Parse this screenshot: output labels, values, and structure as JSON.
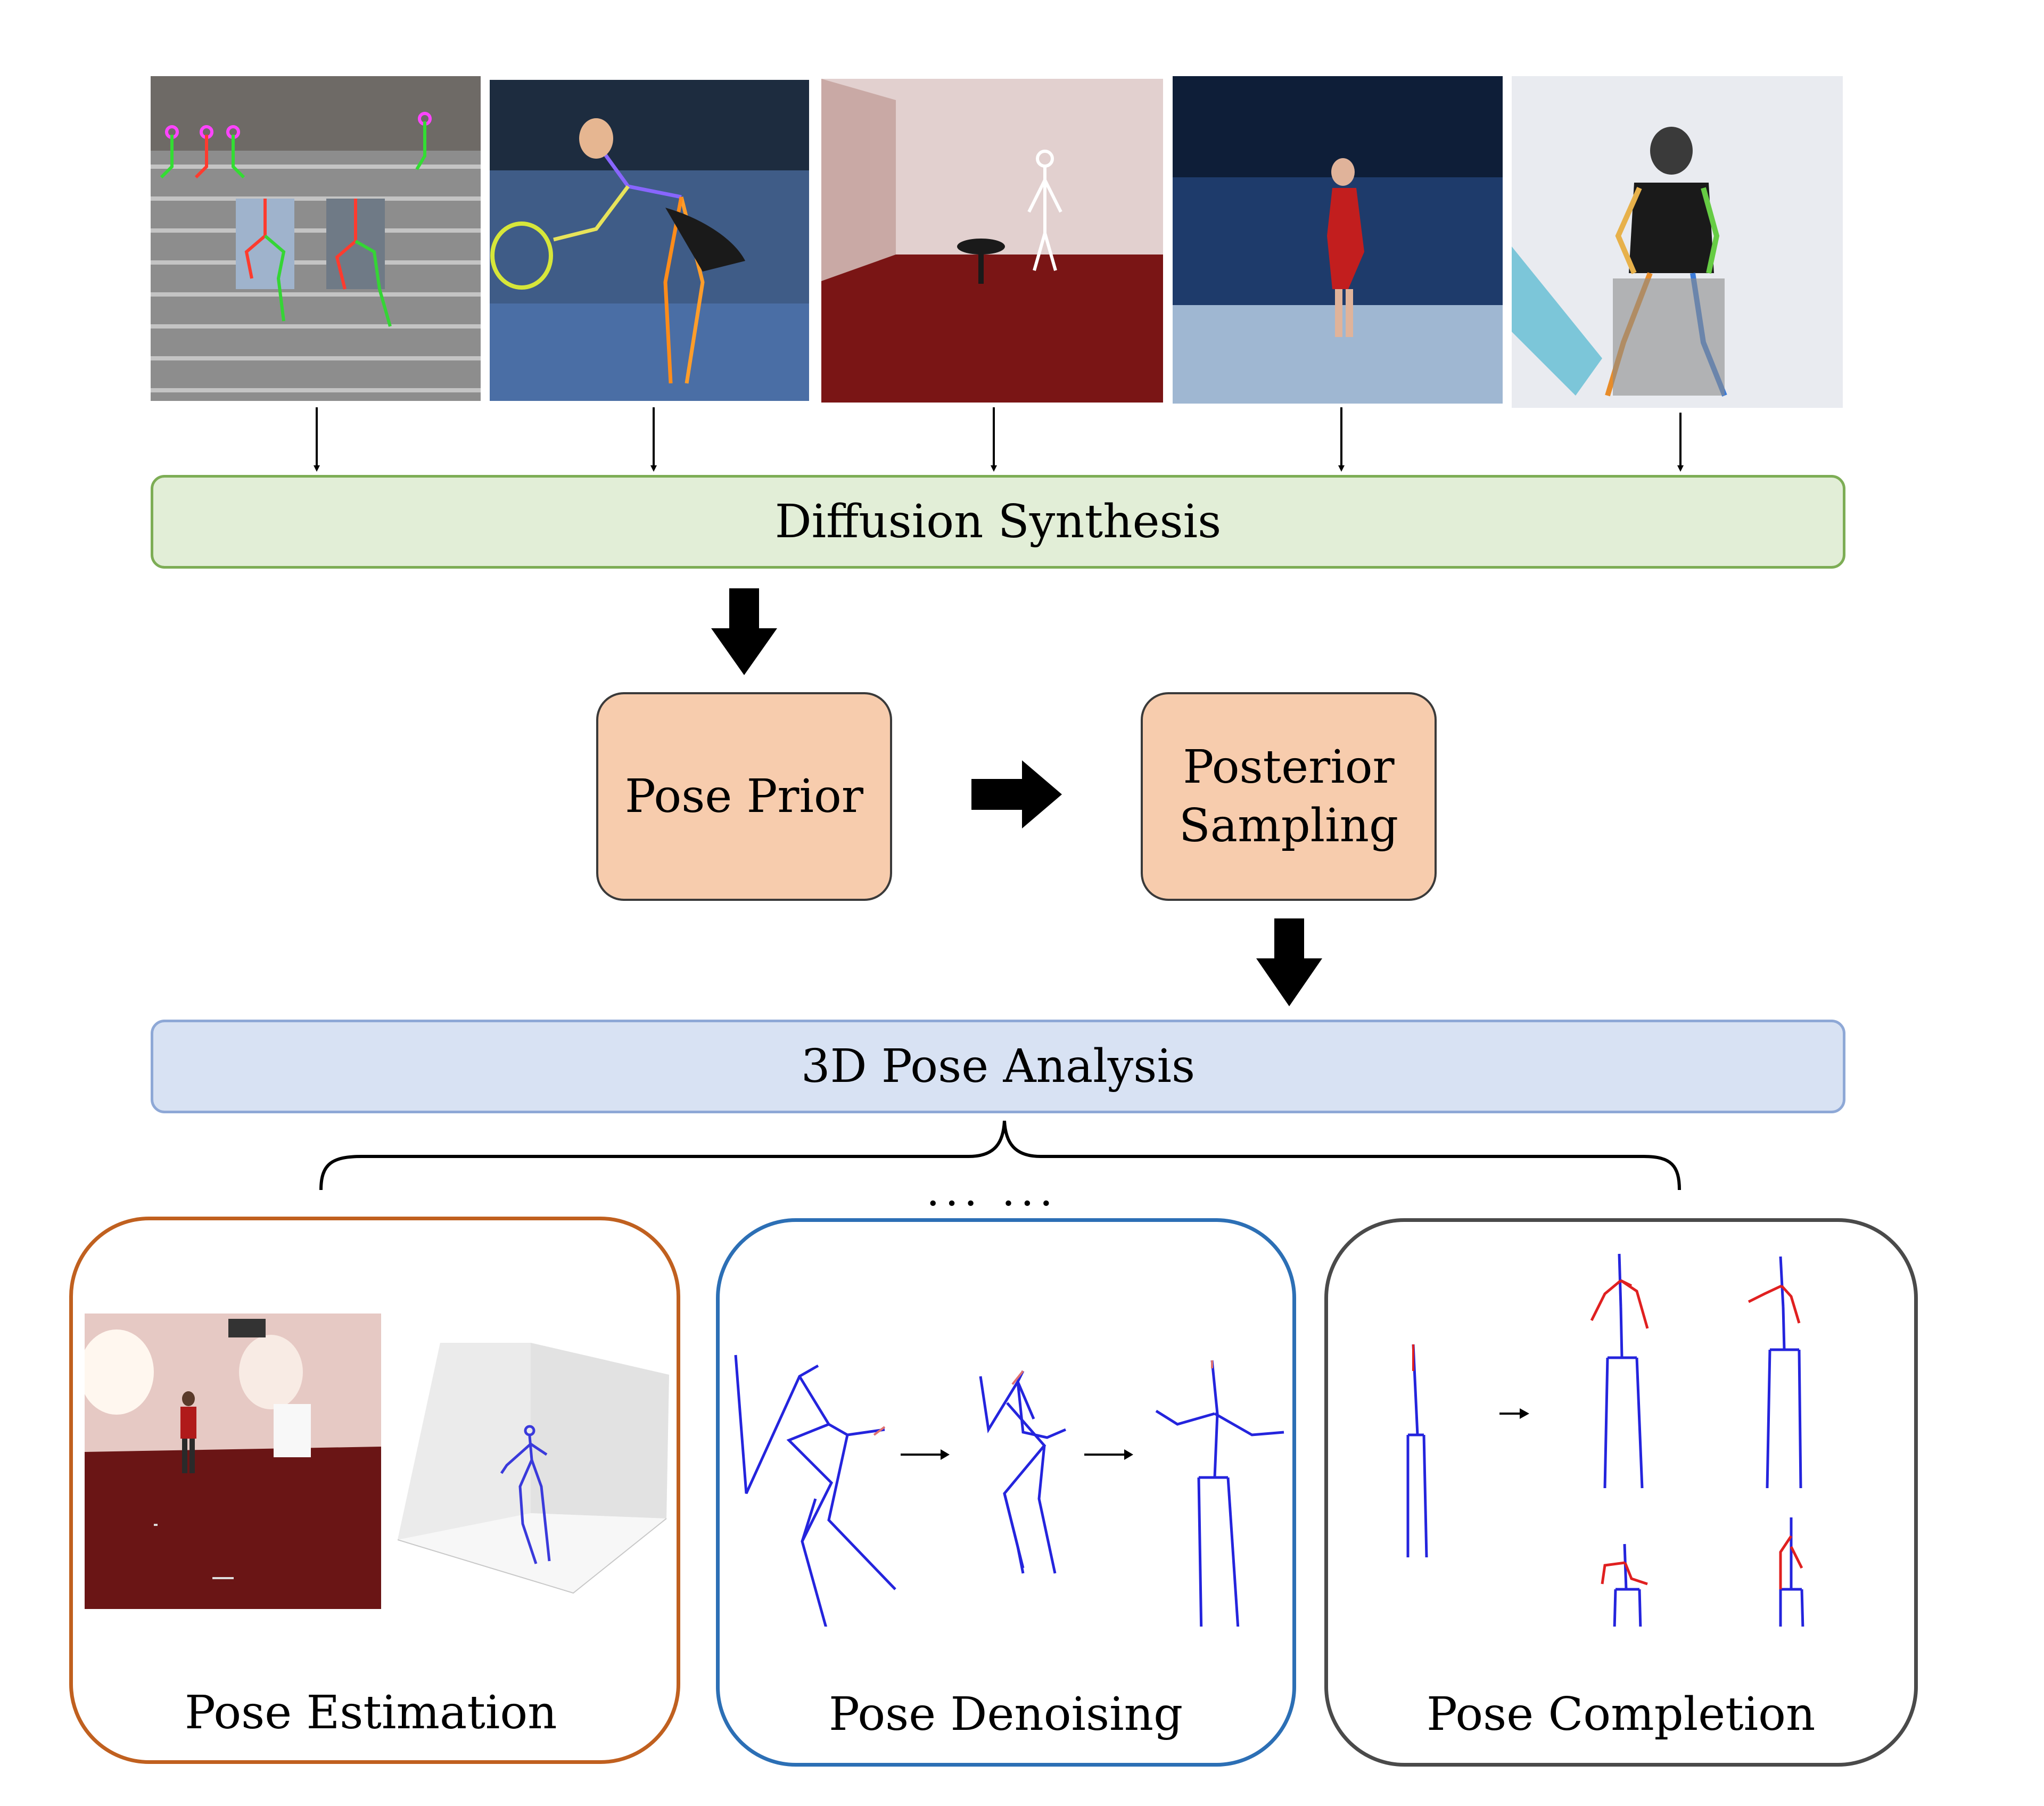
{
  "pipeline": {
    "stage_1": "Diffusion Synthesis",
    "stage_2": "Pose Prior",
    "stage_3_line1": "Posterior",
    "stage_3_line2": "Sampling",
    "stage_4": "3D Pose Analysis"
  },
  "input_images": [
    {
      "id": "photo-stairs",
      "subject": "people-sitting-on-stairs"
    },
    {
      "id": "photo-tennis",
      "subject": "tennis-player"
    },
    {
      "id": "photo-mocap-room",
      "subject": "motion-capture-room"
    },
    {
      "id": "photo-skater",
      "subject": "figure-skater"
    },
    {
      "id": "photo-dancer",
      "subject": "dancer"
    }
  ],
  "applications": {
    "ellipsis": "... ...",
    "estimation": {
      "title": "Pose Estimation"
    },
    "denoising": {
      "title": "Pose Denoising"
    },
    "completion": {
      "title": "Pose Completion"
    }
  },
  "colors": {
    "diffusion_fill": "#e2eed7",
    "diffusion_border": "#7dad55",
    "analysis_fill": "#d8e2f3",
    "analysis_border": "#8ea8d6",
    "node_fill": "#f7ccad",
    "estimation_border": "#c0601f",
    "denoising_border": "#2c6fb5",
    "completion_border": "#4a4a4a",
    "skeleton_blue": "#2222dd",
    "completion_red": "#e02020"
  }
}
